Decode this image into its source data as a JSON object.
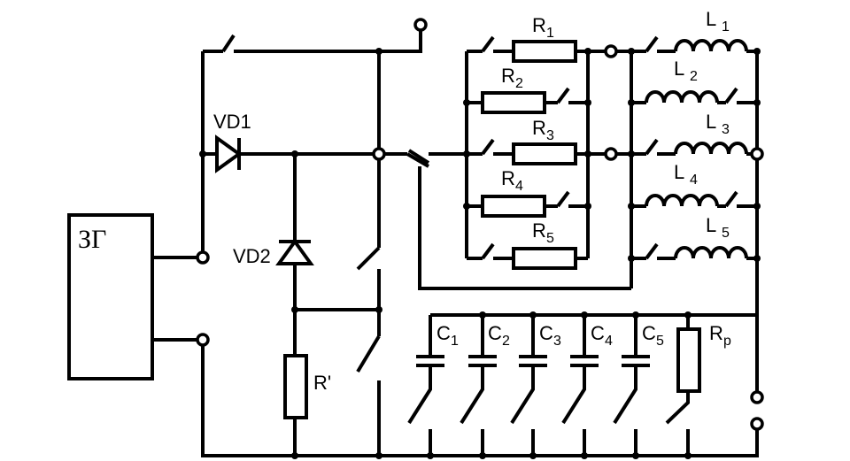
{
  "labels": {
    "generator": "ЗГ",
    "vd1": "VD1",
    "vd2": "VD2",
    "r_prime": "R'",
    "resistors": [
      {
        "base": "R",
        "sub": "1"
      },
      {
        "base": "R",
        "sub": "2"
      },
      {
        "base": "R",
        "sub": "3"
      },
      {
        "base": "R",
        "sub": "4"
      },
      {
        "base": "R",
        "sub": "5"
      }
    ],
    "inductors": [
      {
        "base": "L",
        "sub": "1"
      },
      {
        "base": "L",
        "sub": "2"
      },
      {
        "base": "L",
        "sub": "3"
      },
      {
        "base": "L",
        "sub": "4"
      },
      {
        "base": "L",
        "sub": "5"
      }
    ],
    "capacitors": [
      {
        "base": "C",
        "sub": "1"
      },
      {
        "base": "C",
        "sub": "2"
      },
      {
        "base": "C",
        "sub": "3"
      },
      {
        "base": "C",
        "sub": "4"
      },
      {
        "base": "C",
        "sub": "5"
      }
    ],
    "rp": {
      "base": "R",
      "sub": "p"
    }
  }
}
